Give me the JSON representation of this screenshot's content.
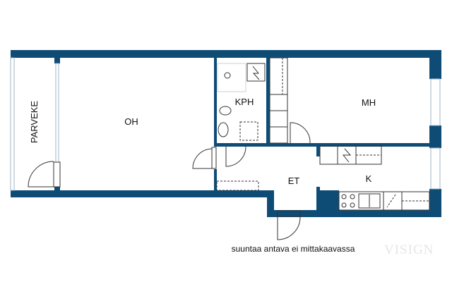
{
  "rooms": {
    "balcony": "PARVEKE",
    "living_room": "OH",
    "bathroom": "KPH",
    "bedroom": "MH",
    "hallway": "ET",
    "kitchen": "K"
  },
  "caption": "suuntaa antava ei mittakaavassa",
  "watermark": "VISIGN",
  "colors": {
    "wall": "#0f4c75",
    "window": "#9fb4c4"
  }
}
